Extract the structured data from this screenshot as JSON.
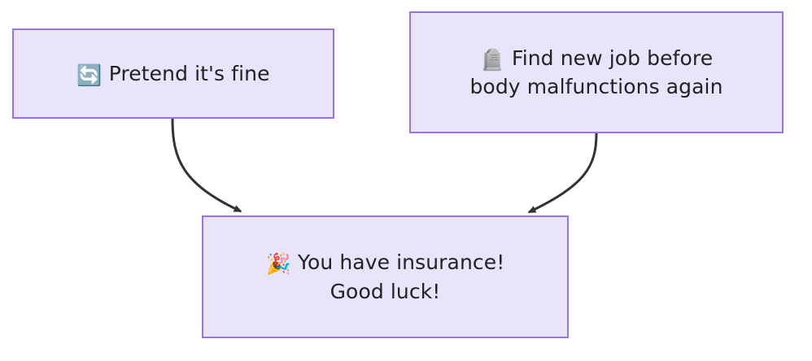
{
  "diagram": {
    "type": "flowchart",
    "direction": "top-down",
    "background_color": "#ffffff",
    "node_fill_color": "#e8e4fb",
    "node_border_color": "#9a74de",
    "edge_color": "#333333",
    "text_color": "#222222",
    "nodes": [
      {
        "id": "pretend",
        "name": "node-pretend-its-fine",
        "emoji": "🔄",
        "emoji_name": "counterclockwise-arrows-button-icon",
        "text": "Pretend it's fine",
        "lines": [
          "Pretend it's fine"
        ]
      },
      {
        "id": "findjob",
        "name": "node-find-new-job",
        "emoji": "🪦",
        "emoji_name": "headstone-icon",
        "text": "Find new job before\nbody malfunctions again",
        "lines": [
          "Find new job before",
          "body malfunctions again"
        ]
      },
      {
        "id": "insurance",
        "name": "node-you-have-insurance",
        "emoji": "🎉",
        "emoji_name": "party-popper-icon",
        "text": "You have insurance!\nGood luck!",
        "lines": [
          "You have insurance!",
          "Good luck!"
        ]
      }
    ],
    "edges": [
      {
        "id": "edge-pretend-to-insurance",
        "from": "pretend",
        "to": "insurance",
        "label": "",
        "arrowhead": "triangle"
      },
      {
        "id": "edge-findjob-to-insurance",
        "from": "findjob",
        "to": "insurance",
        "label": "",
        "arrowhead": "triangle"
      }
    ]
  }
}
